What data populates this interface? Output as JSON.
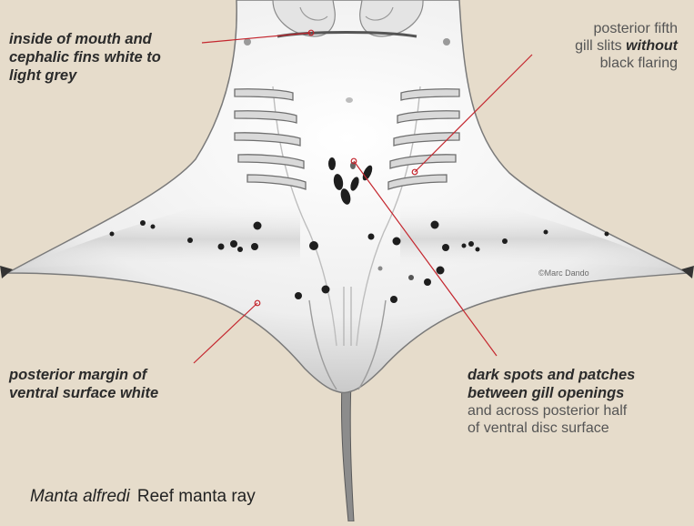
{
  "annotations": {
    "mouth": {
      "line1": "inside of mouth and",
      "line2": "cephalic fins white to",
      "line3": "light grey"
    },
    "gill_slits": {
      "line1": "posterior fifth",
      "line2_plain": "gill slits ",
      "line2_emph": "without",
      "line3": "black flaring"
    },
    "margin": {
      "line1": "posterior margin of",
      "line2": "ventral surface white"
    },
    "spots": {
      "line1": "dark spots and patches",
      "line2": "between gill openings",
      "line3": "and across posterior half",
      "line4": "of ventral disc surface"
    }
  },
  "credit": "©Marc Dando",
  "species": {
    "scientific_name": "Manta alfredi",
    "common_name": "Reef manta ray"
  },
  "colors": {
    "background": "#e6dccb",
    "leader_line": "#c4262e",
    "body_white": "#f4f4f4",
    "body_shadow": "#b9b9b9",
    "spots": "#1e1e1e"
  }
}
